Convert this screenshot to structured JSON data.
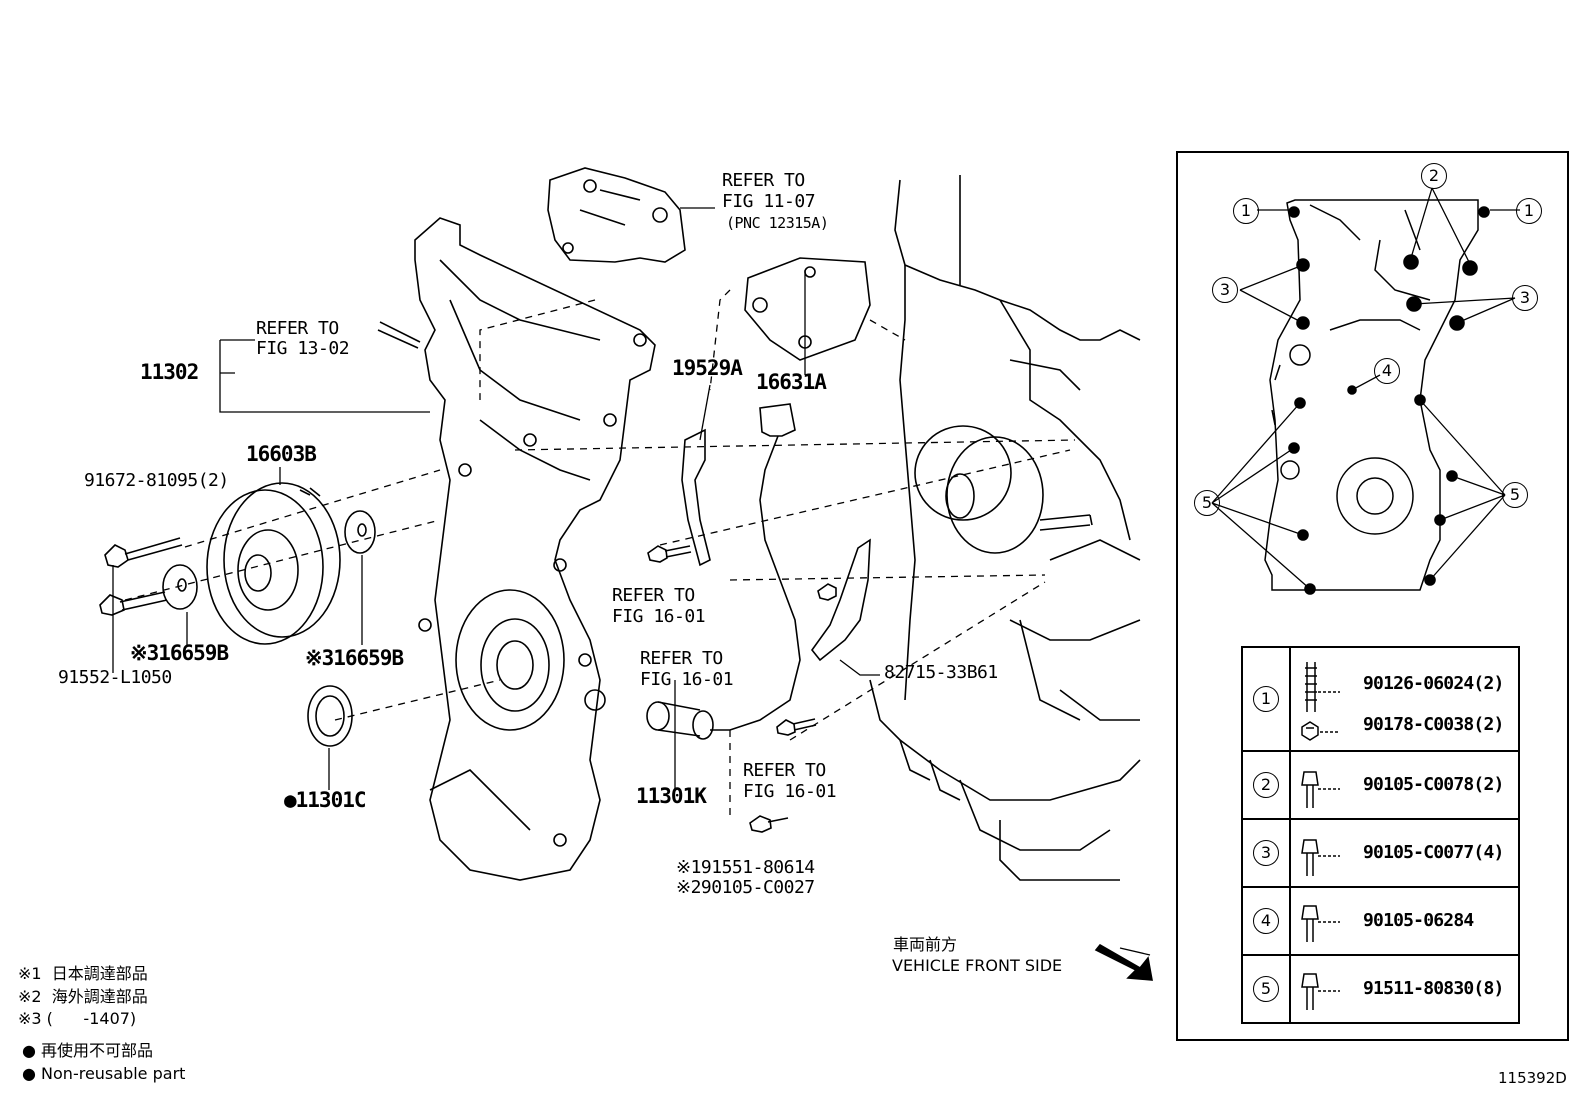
{
  "labels": {
    "refer_11_07_a": "REFER TO",
    "refer_11_07_b": "FIG 11-07",
    "refer_11_07_c": "(PNC 12315A)",
    "refer_13_02_a": "REFER TO",
    "refer_13_02_b": "FIG 13-02",
    "pn_11302": "11302",
    "pn_16603b": "16603B",
    "pn_91672": "91672-81095(2)",
    "pn_91552": "91552-L1050",
    "pn_16659b_a": "※316659B",
    "pn_16659b_b": "※316659B",
    "pn_11301c": "●11301C",
    "pn_19529a": "19529A",
    "pn_16631a": "16631A",
    "refer_16_01_a1": "REFER TO",
    "refer_16_01_a2": "FIG 16-01",
    "refer_16_01_b1": "REFER TO",
    "refer_16_01_b2": "FIG 16-01",
    "refer_16_01_c1": "REFER TO",
    "refer_16_01_c2": "FIG 16-01",
    "pn_82715": "82715-33B61",
    "pn_11301k": "11301K",
    "pn_91551": "※191551-80614",
    "pn_90105_c0027": "※290105-C0027",
    "front_jp": "車両前方",
    "front_en": "VEHICLE FRONT SIDE",
    "figure_id": "115392D"
  },
  "notes": {
    "n1": "※1  日本調達部品",
    "n2": "※2  海外調達部品",
    "n3": "※3 (      -1407)",
    "n4": "● 再使用不可部品",
    "n5": "● Non-reusable part"
  },
  "legend_callouts": [
    "1",
    "2",
    "1",
    "3",
    "3",
    "4",
    "5",
    "5"
  ],
  "fastener_table": [
    {
      "num": "1",
      "parts": [
        "90126-06024(2)",
        "90178-C0038(2)"
      ]
    },
    {
      "num": "2",
      "parts": [
        "90105-C0078(2)"
      ]
    },
    {
      "num": "3",
      "parts": [
        "90105-C0077(4)"
      ]
    },
    {
      "num": "4",
      "parts": [
        "90105-06284"
      ]
    },
    {
      "num": "5",
      "parts": [
        "91511-80830(8)"
      ]
    }
  ]
}
